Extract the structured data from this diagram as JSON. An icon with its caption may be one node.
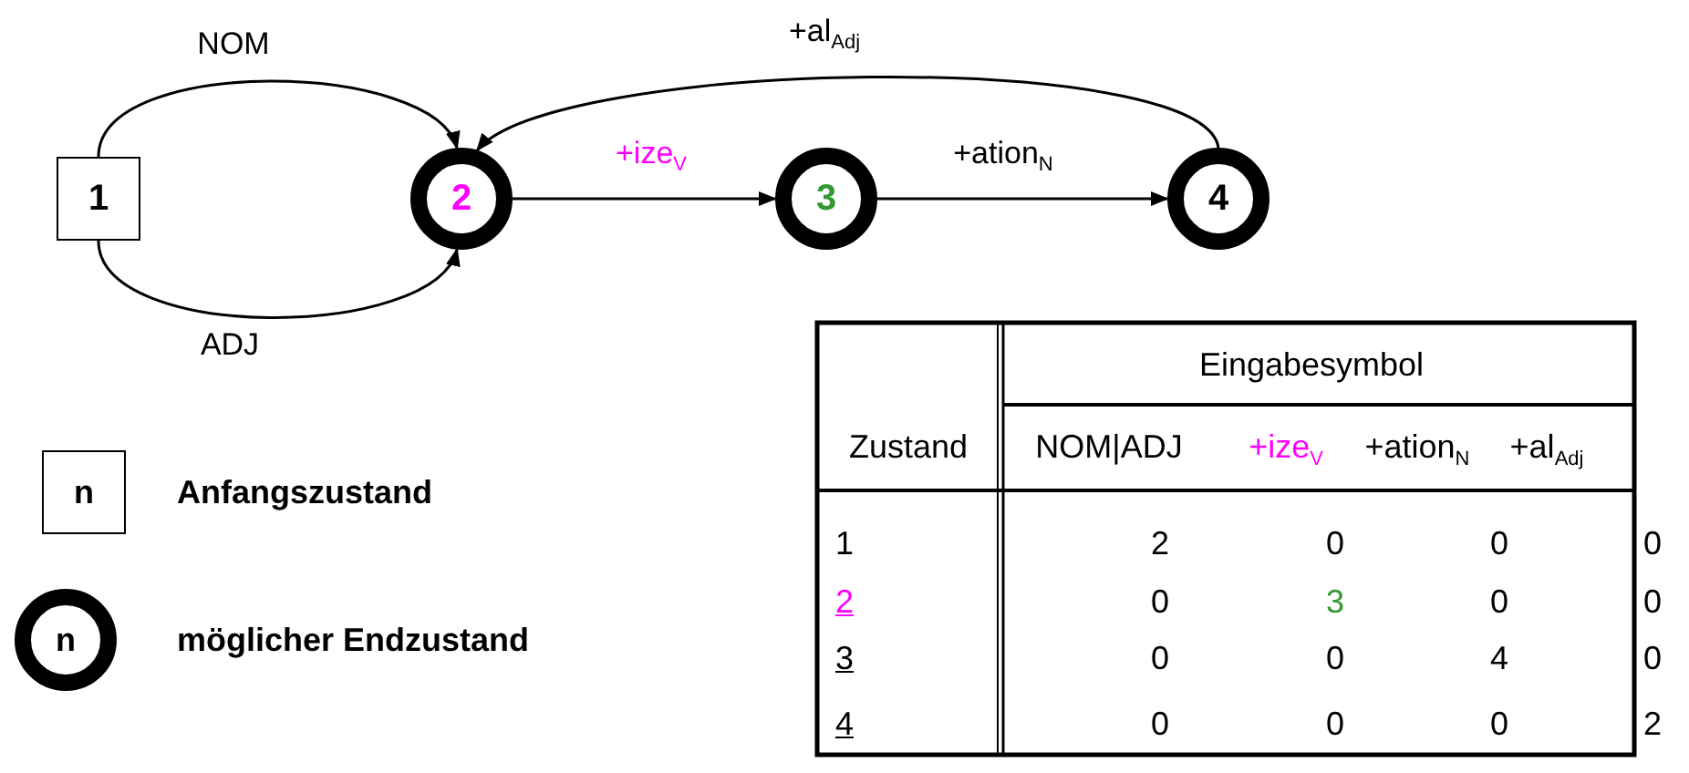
{
  "diagram": {
    "nodes": [
      {
        "text": [
          "1"
        ]
      },
      {
        "text": [
          "2"
        ]
      },
      {
        "text": [
          "3"
        ]
      },
      {
        "text": [
          "4"
        ]
      },
      {
        "text": [
          "n"
        ],
        "beside": [
          "Anfangszustand"
        ]
      },
      {
        "text": [
          "n"
        ],
        "beside": [
          "möglicher Endzustand"
        ]
      }
    ],
    "edges": [
      {
        "from": 0,
        "to": 1,
        "arrow": "to",
        "label": "NOM"
      },
      {
        "from": 0,
        "to": 1,
        "arrow": "to",
        "label": "ADJ"
      },
      {
        "from": 1,
        "to": 2,
        "arrow": "to",
        "label": "+ize$_{V}$"
      },
      {
        "from": 2,
        "to": 3,
        "arrow": "to",
        "label": "+ation$_{N}$"
      },
      {
        "from": 3,
        "to": 1,
        "arrow": "to",
        "label": "+al$_{Adj}$"
      }
    ],
    "labels": [
      "Eingabesymbol",
      "Zustand",
      "NOM|ADJ",
      "+ize$_{V}$",
      "+ation$_{N}$",
      "+al$_{Adj}$",
      "1",
      "2",
      "0",
      "0",
      "0",
      "2",
      "0",
      "3",
      "0",
      "0",
      "3",
      "0",
      "0",
      "4",
      "0",
      "4",
      "0",
      "0",
      "0",
      "2"
    ]
  }
}
